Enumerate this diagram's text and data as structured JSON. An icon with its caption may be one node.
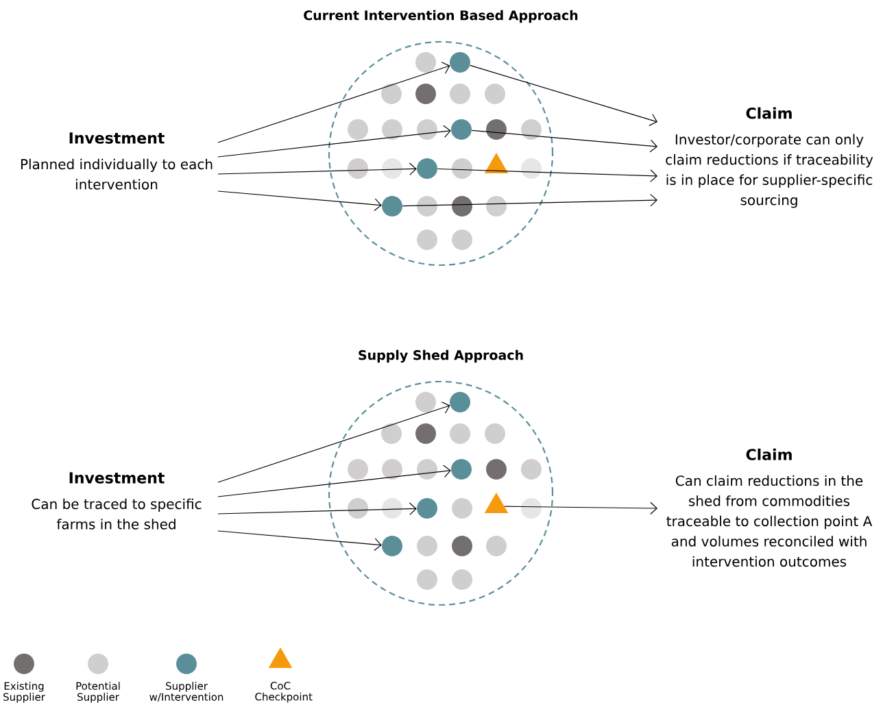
{
  "diagram": {
    "nodes": [
      {
        "text": [
          "Investment",
          "Planned individually to each intervention"
        ]
      },
      {
        "text": [],
        "shape": "circle"
      },
      {
        "text": [],
        "shape": "circle",
        "in": 1
      },
      {
        "text": [],
        "shape": "circle",
        "in": 1
      },
      {
        "text": [],
        "shape": "circle",
        "in": 1
      },
      {
        "text": [],
        "shape": "circle",
        "in": 1
      },
      {
        "text": [],
        "shape": "triangle",
        "in": 1
      },
      {
        "text": [
          "Claim",
          "Investor/corporate can only claim reductions if traceability is in place for supplier-specific sourcing"
        ]
      },
      {
        "text": [
          "Investment",
          "Can be traced to specific farms in the shed"
        ]
      },
      {
        "text": [],
        "shape": "circle"
      },
      {
        "text": [],
        "shape": "circle",
        "in": 9
      },
      {
        "text": [],
        "shape": "circle",
        "in": 9
      },
      {
        "text": [],
        "shape": "circle",
        "in": 9
      },
      {
        "text": [],
        "shape": "circle",
        "in": 9
      },
      {
        "text": [],
        "shape": "triangle",
        "in": 9
      },
      {
        "text": [
          "Claim",
          "Can claim reductions in the shed from commodities traceable to collection point A and volumes reconciled with intervention outcomes"
        ]
      }
    ],
    "edges": [
      {
        "from": 0,
        "to": 2,
        "arrow": "to"
      },
      {
        "from": 0,
        "to": 3,
        "arrow": "to"
      },
      {
        "from": 0,
        "to": 4,
        "arrow": "to"
      },
      {
        "from": 0,
        "to": 5,
        "arrow": "to"
      },
      {
        "from": 2,
        "to": 7,
        "arrow": "to"
      },
      {
        "from": 3,
        "to": 7,
        "arrow": "to"
      },
      {
        "from": 4,
        "to": 7,
        "arrow": "to"
      },
      {
        "from": 5,
        "to": 7,
        "arrow": "to"
      },
      {
        "from": 8,
        "to": 10,
        "arrow": "to"
      },
      {
        "from": 8,
        "to": 11,
        "arrow": "to"
      },
      {
        "from": 8,
        "to": 12,
        "arrow": "to"
      },
      {
        "from": 8,
        "to": 13,
        "arrow": "to"
      },
      {
        "from": 14,
        "to": 15,
        "arrow": "to"
      }
    ],
    "labels": [
      "Current Intervention Based Approach",
      "Supply Shed Approach"
    ],
    "legend": [
      {
        "text": "Existing Supplier",
        "color": "#736f6e"
      },
      {
        "text": "Potential Supplier",
        "color": "#d0cecf"
      },
      {
        "text": "Supplier w/Intervention",
        "color": "#5a8f9a"
      },
      {
        "text": "CoC Checkpoint",
        "color": "#f59a0c"
      }
    ]
  }
}
